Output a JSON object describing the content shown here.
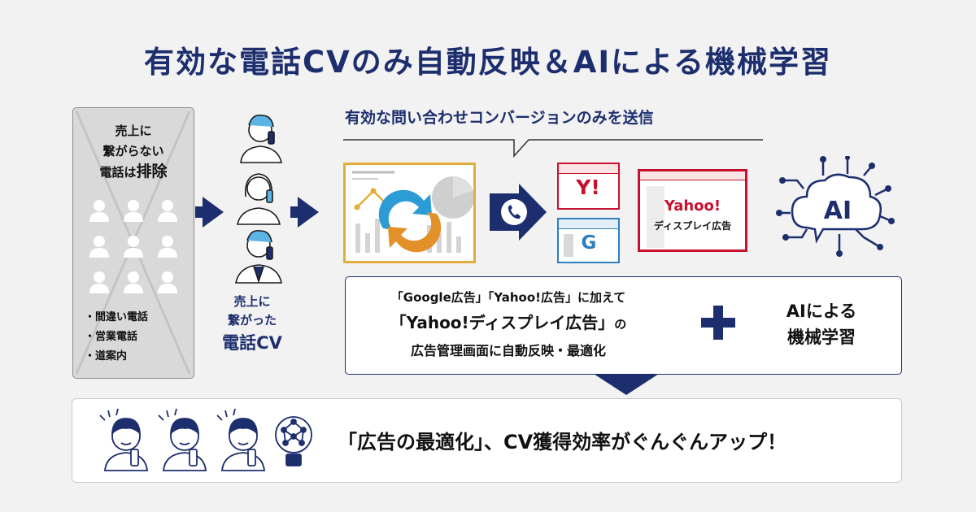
{
  "title": "有効な電話CVのみ自動反映＆AIによる機械学習",
  "excluded": {
    "heading_lines": [
      "売上に",
      "繋がらない"
    ],
    "heading_prefix": "電話は",
    "heading_emphasis": "排除",
    "items": [
      "・間違い電話",
      "・営業電話",
      "・道案内"
    ]
  },
  "valid": {
    "lines": [
      "売上に",
      "繋がった"
    ],
    "emphasis": "電話CV"
  },
  "caption": "有効な問い合わせコンバージョンのみを送信",
  "ads": {
    "yahoo_search": "Y!",
    "google": "G",
    "yahoo_display_brand": "Yahoo!",
    "yahoo_display_label": "ディスプレイ広告"
  },
  "ai_badge": "AI",
  "middle": {
    "line1": "「Google広告」「Yahoo!広告」に加えて",
    "line2": "「Yahoo!ディスプレイ広告」",
    "line2_suffix": "の",
    "line3": "広告管理画面に自動反映・最適化",
    "ai_lines": [
      "AIによる",
      "機械学習"
    ]
  },
  "bottom": {
    "message": "「広告の最適化」、CV獲得効率がぐんぐんアップ！"
  },
  "colors": {
    "navy": "#1d2e6e",
    "red": "#c8102e",
    "orange": "#e2ad3a",
    "blue_sync": "#2d9bd6",
    "gray_box": "#d9d9d9"
  }
}
